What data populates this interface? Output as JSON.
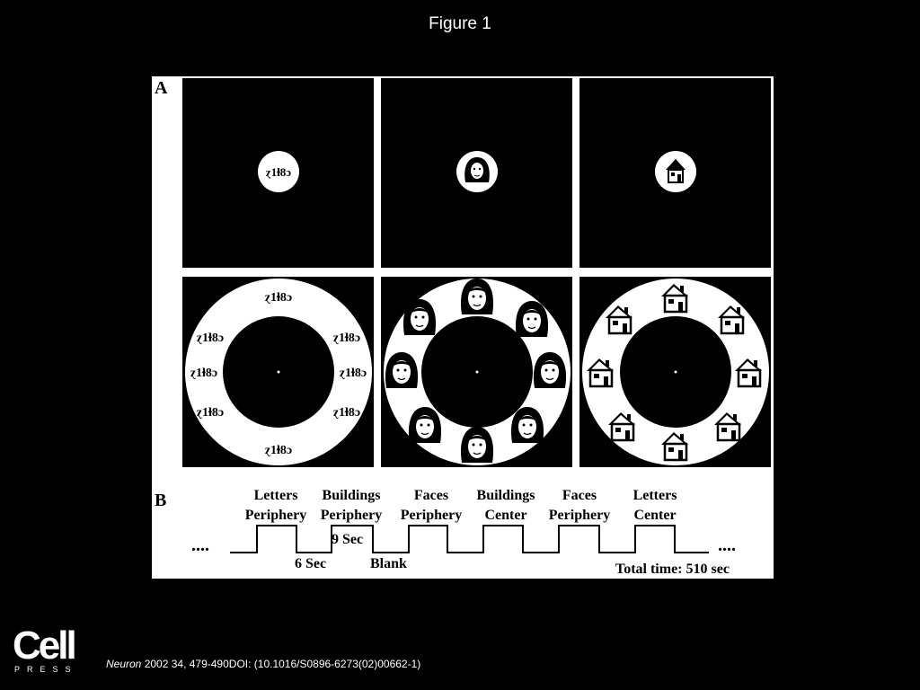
{
  "slide": {
    "title": "Figure 1"
  },
  "figure": {
    "panel_a_label": "A",
    "panel_b_label": "B",
    "letter_string": "ɀ1ɫ8ɔ",
    "blocks": [
      {
        "line1": "Letters",
        "line2": "Periphery"
      },
      {
        "line1": "Buildings",
        "line2": "Periphery"
      },
      {
        "line1": "Faces",
        "line2": "Periphery"
      },
      {
        "line1": "Buildings",
        "line2": "Center"
      },
      {
        "line1": "Faces",
        "line2": "Periphery"
      },
      {
        "line1": "Letters",
        "line2": "Center"
      }
    ],
    "timing": {
      "stim_label": "9 Sec",
      "rest_label": "6 Sec",
      "blank_label": "Blank",
      "dots": "....",
      "total": "Total time: 510 sec"
    }
  },
  "footer": {
    "journal": "Neuron",
    "citation": " 2002 34, 479-490DOI: (10.1016/S0896-6273(02)00662-1)",
    "logo_word": "Cell",
    "logo_sub": "PRESS"
  }
}
